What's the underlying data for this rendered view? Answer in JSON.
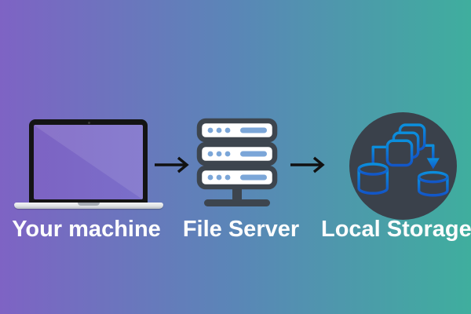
{
  "diagram": {
    "title_visible": false,
    "nodes": [
      {
        "id": "your-machine",
        "label": "Your machine",
        "icon": "laptop-icon"
      },
      {
        "id": "file-server",
        "label": "File Server",
        "icon": "server-rack-icon"
      },
      {
        "id": "local-storage",
        "label": "Local Storage",
        "icon": "database-copy-icon"
      }
    ],
    "connections": [
      {
        "from": "your-machine",
        "to": "file-server",
        "icon": "right-arrow-icon"
      },
      {
        "from": "file-server",
        "to": "local-storage",
        "icon": "right-arrow-icon"
      }
    ]
  },
  "colors": {
    "bg_left": "#7e63c4",
    "bg_mid": "#5a86b7",
    "bg_right": "#3fae9e",
    "server_dark": "#3d454e",
    "server_blue": "#7ba6d8",
    "storage_circle": "#3a414b",
    "storage_blue_top": "#0b8fdd",
    "storage_blue_bottom": "#1256c8",
    "arrow": "#111111",
    "label": "#fdfdfd"
  }
}
